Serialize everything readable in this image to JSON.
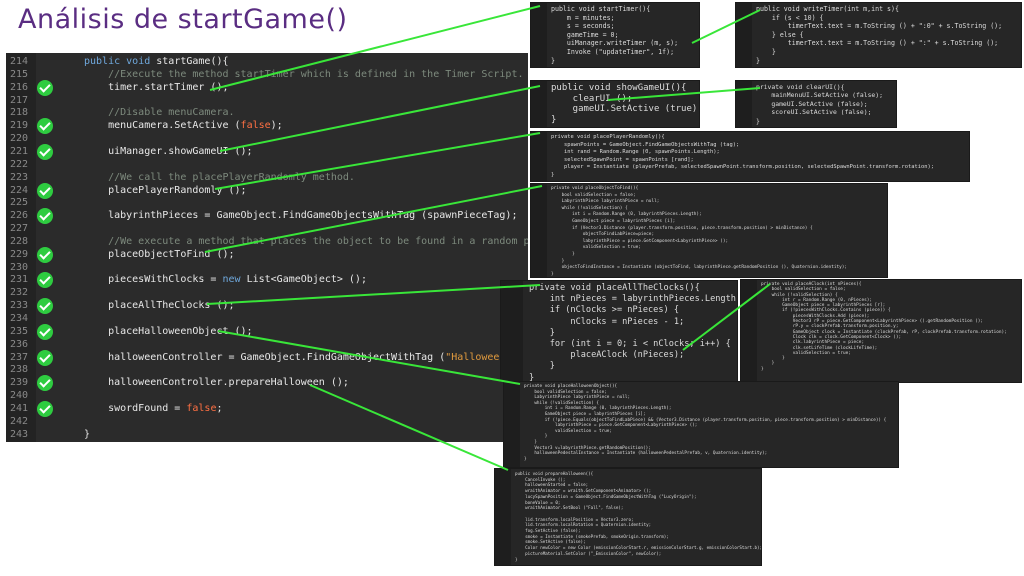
{
  "title": "Análisis de startGame()",
  "main": {
    "lines": [
      {
        "n": "214",
        "code": "public void startGame(){",
        "check": false
      },
      {
        "n": "215",
        "code": "    //Execute the method startTimer which is defined in the Timer Script.",
        "check": false
      },
      {
        "n": "216",
        "code": "    timer.startTimer ();",
        "check": true
      },
      {
        "n": "217",
        "code": "",
        "check": false
      },
      {
        "n": "218",
        "code": "    //Disable menuCamera.",
        "check": false
      },
      {
        "n": "219",
        "code": "    menuCamera.SetActive (false);",
        "check": true
      },
      {
        "n": "220",
        "code": "",
        "check": false
      },
      {
        "n": "221",
        "code": "    uiManager.showGameUI ();",
        "check": true
      },
      {
        "n": "222",
        "code": "",
        "check": false
      },
      {
        "n": "223",
        "code": "    //We call the placePlayerRandomly method.",
        "check": false
      },
      {
        "n": "224",
        "code": "    placePlayerRandomly ();",
        "check": true
      },
      {
        "n": "225",
        "code": "",
        "check": false
      },
      {
        "n": "226",
        "code": "    labyrinthPieces = GameObject.FindGameObjectsWithTag (spawnPieceTag);",
        "check": true
      },
      {
        "n": "227",
        "code": "",
        "check": false
      },
      {
        "n": "228",
        "code": "    //We execute a method that places the object to be found in a random position.",
        "check": false
      },
      {
        "n": "229",
        "code": "    placeObjectToFind ();",
        "check": true
      },
      {
        "n": "230",
        "code": "",
        "check": false
      },
      {
        "n": "231",
        "code": "    piecesWithClocks = new List<GameObject> ();",
        "check": true
      },
      {
        "n": "232",
        "code": "",
        "check": false
      },
      {
        "n": "233",
        "code": "    placeAllTheClocks ();",
        "check": true
      },
      {
        "n": "234",
        "code": "",
        "check": false
      },
      {
        "n": "235",
        "code": "    placeHalloweenObject ();",
        "check": true
      },
      {
        "n": "236",
        "code": "",
        "check": false
      },
      {
        "n": "237",
        "code": "    halloweenController = GameObject.FindGameObjectWithTag (\"Halloween\").Get",
        "check": true
      },
      {
        "n": "238",
        "code": "",
        "check": false
      },
      {
        "n": "239",
        "code": "    halloweenController.prepareHalloween ();",
        "check": true
      },
      {
        "n": "240",
        "code": "",
        "check": false
      },
      {
        "n": "241",
        "code": "    swordFound = false;",
        "check": true
      },
      {
        "n": "242",
        "code": "",
        "check": false
      },
      {
        "n": "243",
        "code": "}",
        "check": false
      }
    ]
  },
  "snippets": {
    "startTimer": "public void startTimer(){\n    m = minutes;\n    s = seconds;\n    gameTime = 0;\n    uiManager.writeTimer (m, s);\n    Invoke (\"updateTimer\", 1f);\n}",
    "writeTimer": "public void writeTimer(int m,int s){\n    if (s < 10) {\n        timerText.text = m.ToString () + \":0\" + s.ToString ();\n    } else {\n        timerText.text = m.ToString () + \":\" + s.ToString ();\n    }\n}",
    "showGameUI": "public void showGameUI(){\n    clearUI ();\n    gameUI.SetActive (true);\n}",
    "clearUI": "private void clearUI(){\n    mainMenuUI.SetActive (false);\n    gameUI.SetActive (false);\n    scoreUI.SetActive (false);\n}",
    "placePlayerRandomly": "private void placePlayerRandomly(){\n    spawnPoints = GameObject.FindGameObjectsWithTag (tag);\n    int rand = Random.Range (0, spawnPoints.Length);\n    selectedSpawnPoint = spawnPoints [rand];\n    player = Instantiate (playerPrefab, selectedSpawnPoint.transform.position, selectedSpawnPoint.transform.rotation);\n}",
    "placeObjectToFind": "private void placeObjectToFind(){\n    bool validSelection = false;\n    LabyrinthPiece labyrinthPiece = null;\n    while (!validSelection) {\n        int i = Random.Range (0, labyrinthPieces.Length);\n        GameObject piece = labyrinthPieces [i];\n        if (Vector3.Distance (player.transform.position, piece.transform.position) > minDistance) {\n            objectToFindLabPiece=piece;\n            labyrinthPiece = piece.GetComponent<LabyrinthPiece> ();\n            validSelection = true;\n        }\n    }\n    objectToFindInstance = Instantiate (objectToFind, labyrinthPiece.getRandomPosition (), Quaternion.identity);\n}",
    "placeAllTheClocks": "private void placeAllTheClocks(){\n    int nPieces = labyrinthPieces.Length;\n    if (nClocks >= nPieces) {\n        nClocks = nPieces - 1;\n    }\n    for (int i = 0; i < nClocks; i++) {\n        placeAClock (nPieces);\n    }\n}",
    "placeAClock": "private void placeAClock(int nPieces){\n    bool validSelection = false;\n    while (!validSelection) {\n        int r = Random.Range (0, nPieces);\n        GameObject piece = labyrinthPieces [r];\n        if (!piecesWithClocks.Contains (piece)) {\n            piecesWithClocks.Add (piece);\n            Vector3 rP = piece.GetComponent<LabyrinthPiece> ().getRandomPosition ();\n            rP.y = clockPrefab.transform.position.y;\n            GameObject clock = Instantiate (clockPrefab, rP, clockPrefab.transform.rotation);\n            Clock clk = clock.GetComponent<Clock> ();\n            clk.labyrinthPiece = piece;\n            clk.setLifeTime (clockLifeTime);\n            validSelection = true;\n        }\n    }\n}",
    "placeHalloweenObject": "private void placeHalloweenObject(){\n    bool validSelection = false;\n    LabyrinthPiece labyrinthPiece = null;\n    while (!validSelection) {\n        int i = Random.Range (0, labyrinthPieces.Length);\n        GameObject piece = labyrinthPieces [i];\n        if (!piece.Equals(objectToFindLabPiece) && (Vector3.Distance (player.transform.position, piece.transform.position) > minDistance)) {\n            labyrinthPiece = piece.GetComponent<LabyrinthPiece> ();\n            validSelection = true;\n        }\n    }\n    Vector3 v=labyrinthPiece.getRandomPosition();\n    halloweenPedestalInstance = Instantiate (halloweenPedestalPrefab, v, Quaternion.identity);\n}",
    "prepareHalloween": "public void prepareHalloween(){\n    CancelInvoke ();\n    halloweenStarted = false;\n    wraithAnimator = wraith.GetComponent<Animator> ();\n    lucySpawnPosition = GameObject.FindGameObjectWithTag (\"LucyOrigin\");\n    boneValue = 0;\n    wraithAnimator.SetBool (\"Fall\", false);\n\n    lid.transform.localPosition = Vector3.zero;\n    lid.transform.localRotation = Quaternion.identity;\n    fog.SetActive (false);\n    smoke = Instantiate (smokePrefab, smokeOrigin.transform);\n    smoke.SetActive (false);\n    Color newColor = new Color (emissionColorStart.r, emissionColorStart.g, emissionColorStart.b);\n    pictureMaterial.SetColor (\"_EmissionColor\", newColor);\n}"
  }
}
